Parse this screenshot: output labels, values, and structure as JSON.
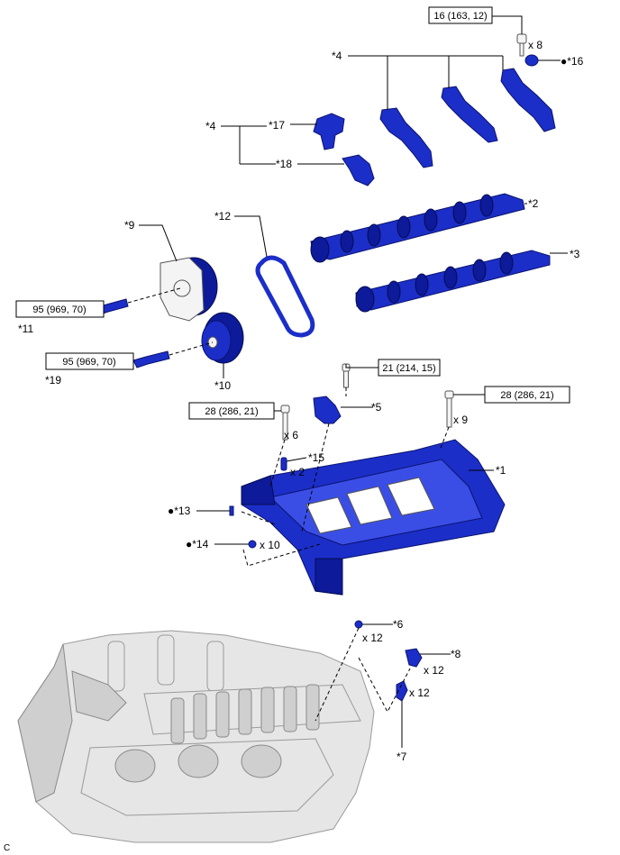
{
  "torque_specs": {
    "t16": "16 (163, 12)",
    "t21": "21 (214, 15)",
    "t28a": "28 (286, 21)",
    "t28b": "28 (286, 21)",
    "t95a": "95 (969, 70)",
    "t95b": "95 (969, 70)"
  },
  "callouts": {
    "c1": "*1",
    "c2": "*2",
    "c3": "*3",
    "c4a": "*4",
    "c4b": "*4",
    "c5": "*5",
    "c6": "*6",
    "c7": "*7",
    "c8": "*8",
    "c9": "*9",
    "c10": "*10",
    "c11": "*11",
    "c12": "*12",
    "c13": "●*13",
    "c14": "●*14",
    "c15": "*15",
    "c16": "●*16",
    "c17": "*17",
    "c18": "*18",
    "c19": "*19"
  },
  "quantities": {
    "q8": "x 8",
    "q6": "x 6",
    "q9": "x 9",
    "q2": "x 2",
    "q10": "x 10",
    "q12a": "x 12",
    "q12b": "x 12",
    "q12c": "x 12"
  },
  "footer": {
    "code": "C"
  },
  "colors": {
    "part": "#1c2ec8",
    "part_dark": "#0d1a9a",
    "engine": "#e6e6e6"
  }
}
